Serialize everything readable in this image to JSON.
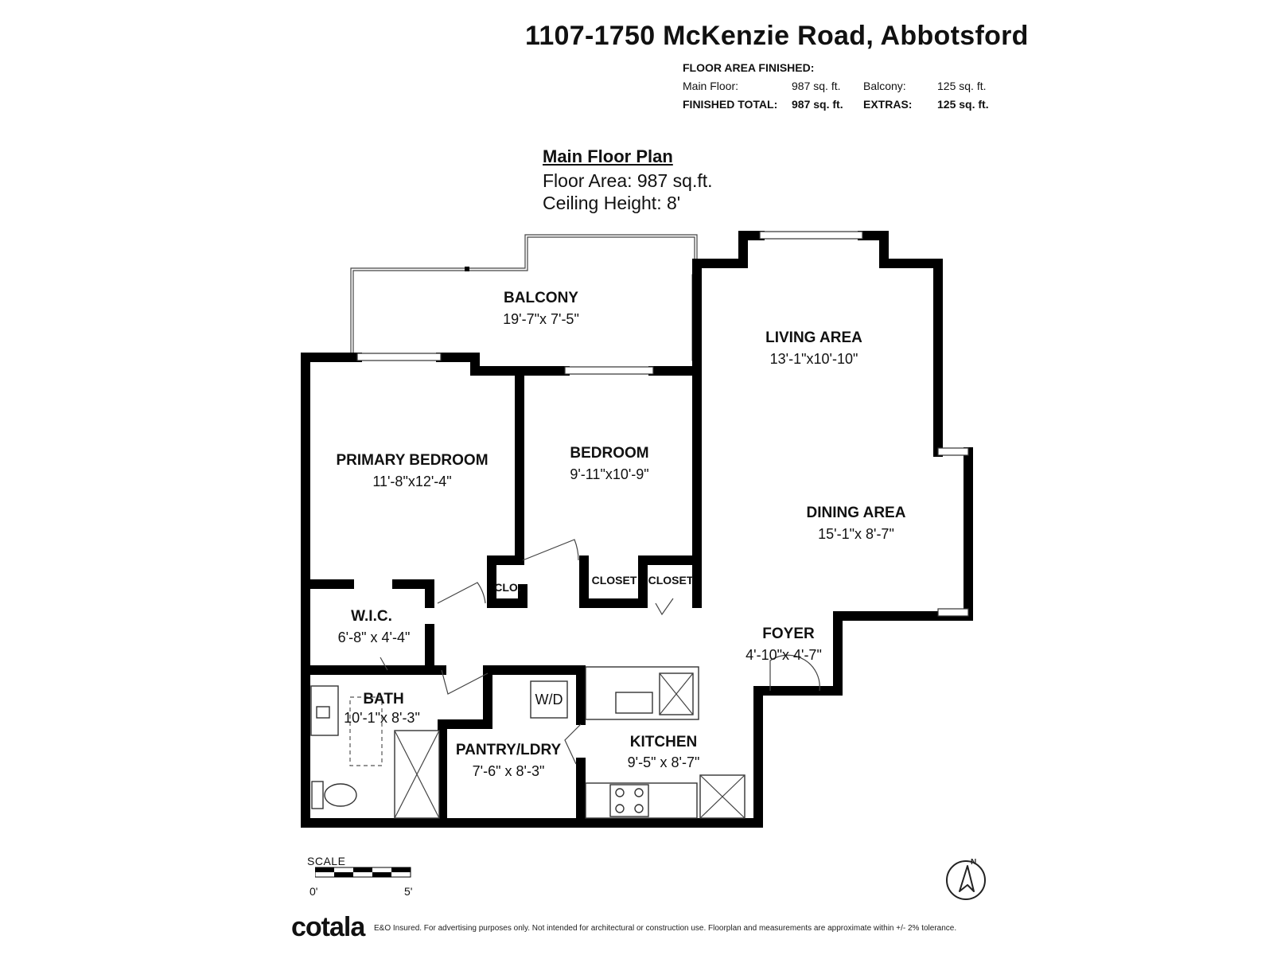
{
  "property": {
    "address": "1107-1750 McKenzie Road, Abbotsford"
  },
  "area_summary": {
    "heading": "FLOOR AREA FINISHED:",
    "main_floor_label": "Main Floor:",
    "main_floor_value": "987 sq. ft.",
    "balcony_label": "Balcony:",
    "balcony_value": "125 sq. ft.",
    "finished_total_label": "FINISHED TOTAL:",
    "finished_total_value": "987 sq. ft.",
    "extras_label": "EXTRAS:",
    "extras_value": "125 sq. ft."
  },
  "plan": {
    "title": "Main Floor Plan",
    "floor_area": "Floor Area: 987 sq.ft.",
    "ceiling_height": "Ceiling Height: 8'"
  },
  "rooms": {
    "balcony": {
      "name": "BALCONY",
      "dims": "19'-7\"x 7'-5\""
    },
    "living": {
      "name": "LIVING AREA",
      "dims": "13'-1\"x10'-10\""
    },
    "primary_bedroom": {
      "name": "PRIMARY BEDROOM",
      "dims": "11'-8\"x12'-4\""
    },
    "bedroom": {
      "name": "BEDROOM",
      "dims": "9'-11\"x10'-9\""
    },
    "dining": {
      "name": "DINING AREA",
      "dims": "15'-1\"x 8'-7\""
    },
    "wic": {
      "name": "W.I.C.",
      "dims": "6'-8\" x 4'-4\""
    },
    "foyer": {
      "name": "FOYER",
      "dims": "4'-10\"x 4'-7\""
    },
    "bath": {
      "name": "BATH",
      "dims": "10'-1\"x 8'-3\""
    },
    "pantry": {
      "name": "PANTRY/LDRY",
      "dims": "7'-6\" x 8'-3\""
    },
    "kitchen": {
      "name": "KITCHEN",
      "dims": "9'-5\" x 8'-7\""
    },
    "clo": {
      "name": "CLO."
    },
    "closet_1": {
      "name": "CLOSET"
    },
    "closet_2": {
      "name": "CLOSET"
    },
    "washer_dryer": {
      "name": "W/D"
    }
  },
  "scale": {
    "label": "SCALE",
    "start": "0'",
    "end": "5'"
  },
  "compass": {
    "north": "N"
  },
  "footer": {
    "brand": "cotala",
    "disclaimer": "E&O Insured. For advertising purposes only. Not intended for architectural or construction use. Floorplan and measurements are approximate within +/- 2% tolerance."
  }
}
